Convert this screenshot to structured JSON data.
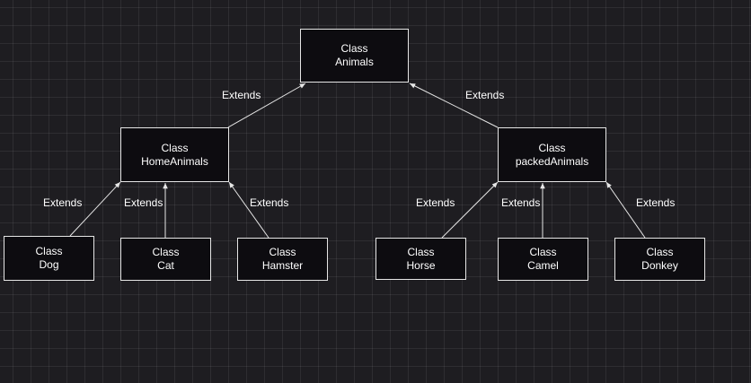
{
  "colors": {
    "background": "#1e1d21",
    "node_fill": "#0d0c10",
    "stroke": "#e6e6e6",
    "text": "#ffffff"
  },
  "nodes": {
    "animals": {
      "line1": "Class",
      "line2": "Animals"
    },
    "homeanimals": {
      "line1": "Class",
      "line2": "HomeAnimals"
    },
    "packedanimals": {
      "line1": "Class",
      "line2": "packedAnimals"
    },
    "dog": {
      "line1": "Class",
      "line2": "Dog"
    },
    "cat": {
      "line1": "Class",
      "line2": "Cat"
    },
    "hamster": {
      "line1": "Class",
      "line2": "Hamster"
    },
    "horse": {
      "line1": "Class",
      "line2": "Horse"
    },
    "camel": {
      "line1": "Class",
      "line2": "Camel"
    },
    "donkey": {
      "line1": "Class",
      "line2": "Donkey"
    }
  },
  "edge_label": "Extends",
  "edges": [
    {
      "from": "homeanimals",
      "to": "animals",
      "label": "Extends"
    },
    {
      "from": "packedanimals",
      "to": "animals",
      "label": "Extends"
    },
    {
      "from": "dog",
      "to": "homeanimals",
      "label": "Extends"
    },
    {
      "from": "cat",
      "to": "homeanimals",
      "label": "Extends"
    },
    {
      "from": "hamster",
      "to": "homeanimals",
      "label": "Extends"
    },
    {
      "from": "horse",
      "to": "packedanimals",
      "label": "Extends"
    },
    {
      "from": "camel",
      "to": "packedanimals",
      "label": "Extends"
    },
    {
      "from": "donkey",
      "to": "packedanimals",
      "label": "Extends"
    }
  ]
}
